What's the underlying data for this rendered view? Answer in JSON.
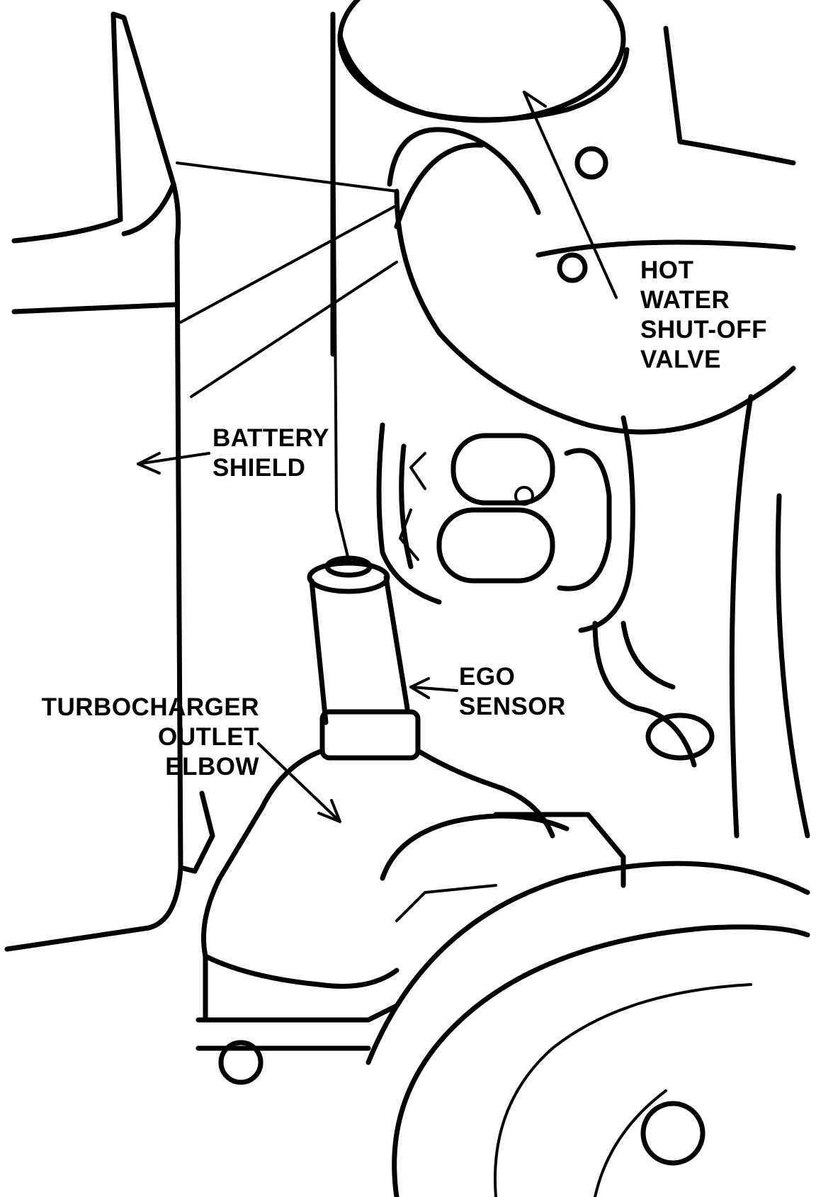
{
  "labels": {
    "hot_water_valve": [
      "HOT",
      "WATER",
      "SHUT-OFF",
      "VALVE"
    ],
    "battery_shield": [
      "BATTERY",
      "SHIELD"
    ],
    "ego_sensor": [
      "EGO",
      "SENSOR"
    ],
    "turbo_elbow": [
      "TURBOCHARGER",
      "OUTLET",
      "ELBOW"
    ]
  },
  "colors": {
    "ink": "#000000",
    "paper": "#ffffff"
  }
}
